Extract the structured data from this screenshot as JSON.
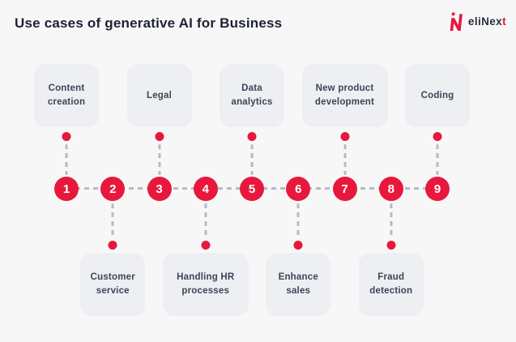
{
  "title": "Use cases of generative AI for Business",
  "logo": {
    "brand_main": "eliNex",
    "brand_accent": "t",
    "icon": "elinext-n-mark"
  },
  "colors": {
    "accent_red": "#e8183d",
    "card_bg": "#edeff2",
    "line_gray": "#b4bbc4",
    "text_dark": "#1d2232",
    "card_text": "#3d4456",
    "background": "#f7f7f8"
  },
  "timeline": {
    "items": [
      {
        "number": "1",
        "label": "Content creation",
        "side": "top"
      },
      {
        "number": "2",
        "label": "Customer service",
        "side": "bottom"
      },
      {
        "number": "3",
        "label": "Legal",
        "side": "top"
      },
      {
        "number": "4",
        "label": "Handling HR processes",
        "side": "bottom"
      },
      {
        "number": "5",
        "label": "Data analytics",
        "side": "top"
      },
      {
        "number": "6",
        "label": "Enhance sales",
        "side": "bottom"
      },
      {
        "number": "7",
        "label": "New product development",
        "side": "top"
      },
      {
        "number": "8",
        "label": "Fraud detection",
        "side": "bottom"
      },
      {
        "number": "9",
        "label": "Coding",
        "side": "top"
      }
    ]
  }
}
